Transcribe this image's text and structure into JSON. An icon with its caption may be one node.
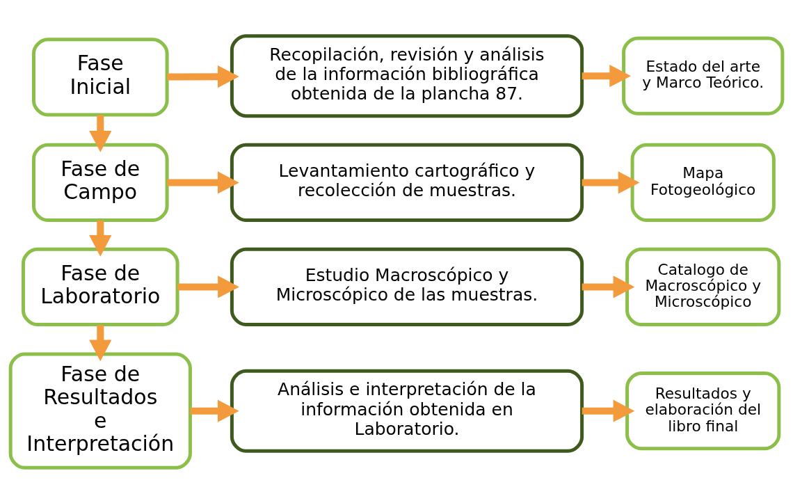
{
  "diagram": {
    "nodes": [
      {
        "text": [
          "Fase Inicial"
        ]
      },
      {
        "text": [
          "Fase de Campo"
        ]
      },
      {
        "text": [
          "Fase de Laboratorio"
        ]
      },
      {
        "text": [
          "Fase de Resultados e Interpretación"
        ]
      },
      {
        "text": [
          "Recopilación, revisión y análisis de la información bibliográfica obtenida de la plancha 87."
        ]
      },
      {
        "text": [
          "Levantamiento cartográfico y recolección de muestras."
        ]
      },
      {
        "text": [
          "Estudio Macroscópico y Microscópico de las muestras."
        ]
      },
      {
        "text": [
          "Análisis e interpretación de la información obtenida en Laboratorio."
        ]
      },
      {
        "text": [
          "Estado del arte y Marco Teórico."
        ]
      },
      {
        "text": [
          "Mapa Fotogeológico"
        ]
      },
      {
        "text": [
          "Catalogo de Macroscópico y Microscópico"
        ]
      },
      {
        "text": [
          "Resultados y elaboración del libro final"
        ]
      }
    ],
    "edges": [
      {
        "from": 0,
        "to": 4,
        "arrow": "to"
      },
      {
        "from": 4,
        "to": 8,
        "arrow": "to"
      },
      {
        "from": 0,
        "to": 1,
        "arrow": "to"
      },
      {
        "from": 1,
        "to": 5,
        "arrow": "to"
      },
      {
        "from": 5,
        "to": 9,
        "arrow": "to"
      },
      {
        "from": 1,
        "to": 2,
        "arrow": "to"
      },
      {
        "from": 2,
        "to": 6,
        "arrow": "to"
      },
      {
        "from": 6,
        "to": 10,
        "arrow": "to"
      },
      {
        "from": 2,
        "to": 3,
        "arrow": "to"
      },
      {
        "from": 3,
        "to": 7,
        "arrow": "to"
      },
      {
        "from": 7,
        "to": 11,
        "arrow": "to"
      }
    ]
  }
}
